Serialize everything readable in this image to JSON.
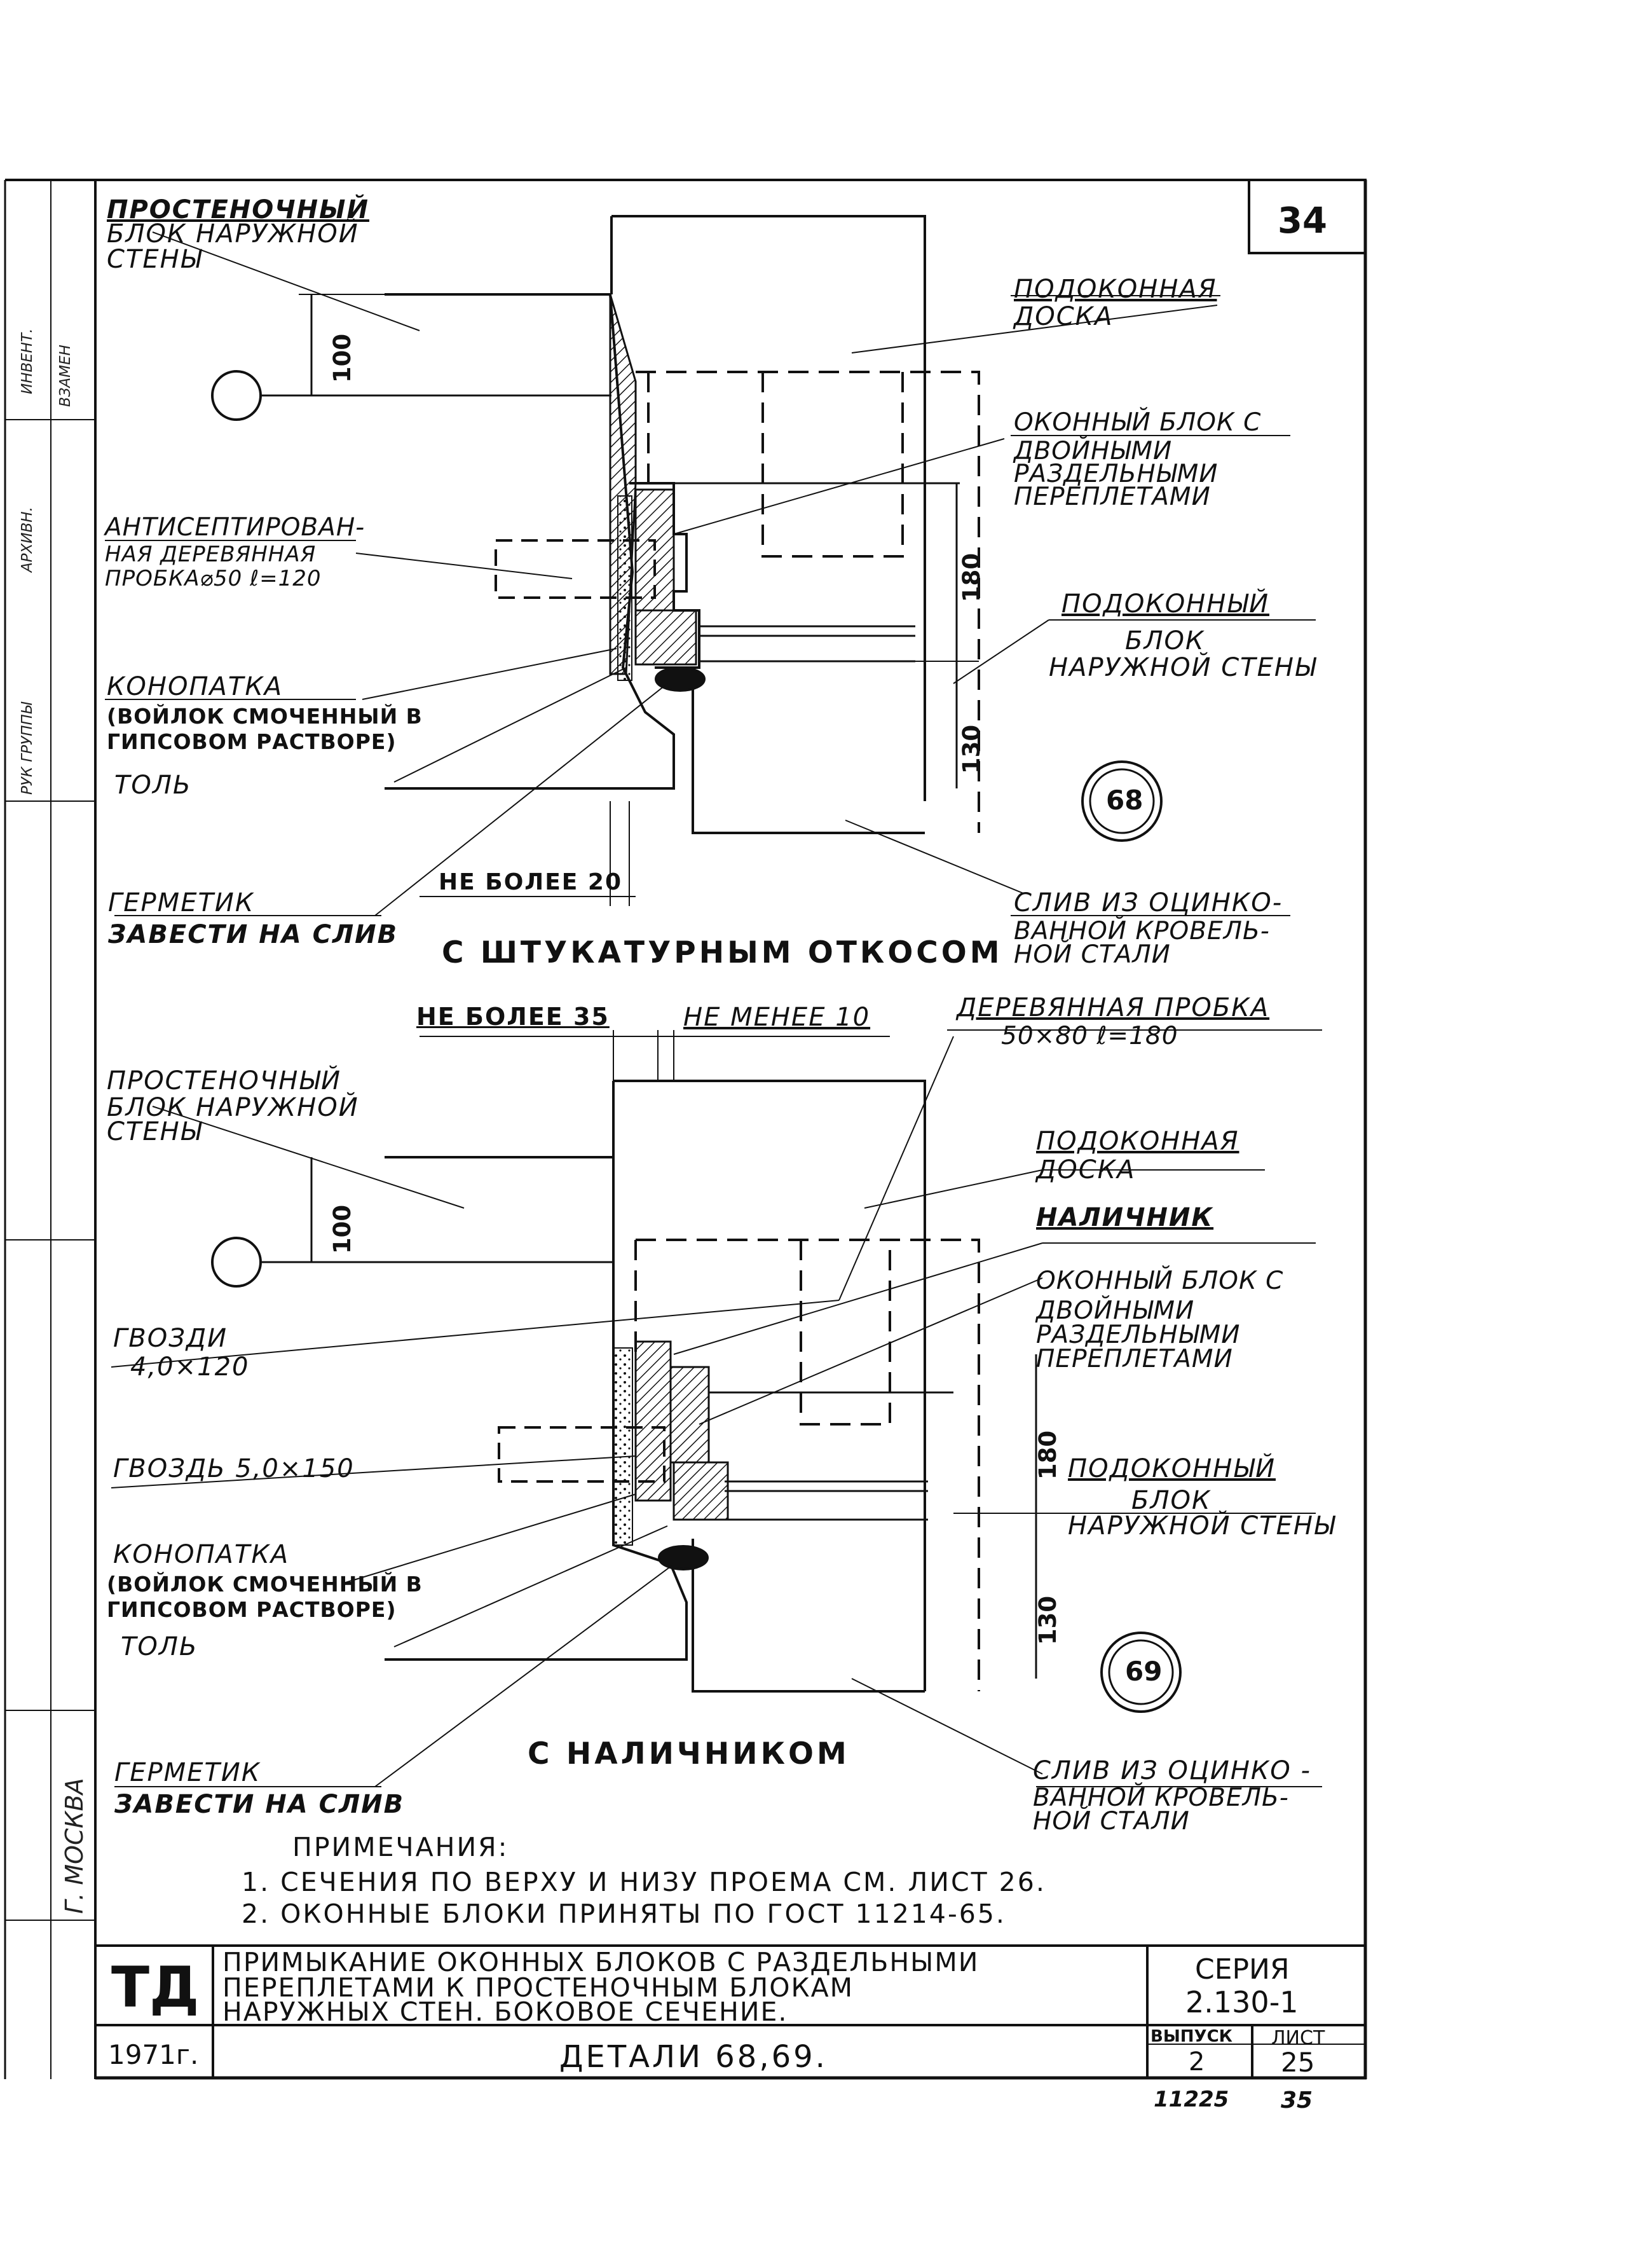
{
  "sheet_number": "34",
  "detail_top": {
    "caption": "С ШТУКАТУРНЫМ ОТКОСОМ",
    "mark": "68",
    "dims": {
      "top": "100",
      "mid": "180",
      "bottom": "130",
      "gap": "НЕ БОЛЕЕ 20"
    },
    "labels": {
      "wall_block": [
        "ПРОСТЕНОЧНЫЙ",
        "БЛОК НАРУЖНОЙ",
        "СТЕНЫ"
      ],
      "sill_board": [
        "ПОДОКОННАЯ",
        "ДОСКА"
      ],
      "window_block": [
        "ОКОННЫЙ БЛОК С",
        "ДВОЙНЫМИ",
        "РАЗДЕЛЬНЫМИ",
        "ПЕРЕПЛЕТАМИ"
      ],
      "plug": [
        "АНТИСЕПТИРОВАН-",
        "НАЯ ДЕРЕВЯННАЯ",
        "ПРОБКА⌀50 ℓ=120"
      ],
      "sill_block": [
        "ПОДОКОННЫЙ",
        "БЛОК",
        "НАРУЖНОЙ СТЕНЫ"
      ],
      "caulk": [
        "КОНОПАТКА",
        "(ВОЙЛОК СМОЧЕННЫЙ В",
        "ГИПСОВОМ РАСТВОРЕ)"
      ],
      "roofing": "ТОЛЬ",
      "sealant": [
        "ГЕРМЕТИК",
        "ЗАВЕСТИ НА СЛИВ"
      ],
      "drip": [
        "СЛИВ ИЗ ОЦИНКО-",
        "ВАННОЙ КРОВЕЛЬ-",
        "НОЙ СТАЛИ"
      ]
    }
  },
  "detail_bottom": {
    "caption": "С НАЛИЧНИКОМ",
    "mark": "69",
    "dims": {
      "top": "100",
      "mid": "180",
      "bottom": "130",
      "max35": "НЕ БОЛЕЕ 35",
      "min10": "НЕ МЕНЕЕ 10"
    },
    "labels": {
      "wood_plug": [
        "ДЕРЕВЯННАЯ ПРОБКА",
        "50×80 ℓ=180"
      ],
      "wall_block": [
        "ПРОСТЕНОЧНЫЙ",
        "БЛОК НАРУЖНОЙ",
        "СТЕНЫ"
      ],
      "sill_board": [
        "ПОДОКОННАЯ",
        "ДОСКА"
      ],
      "casing": "НАЛИЧНИК",
      "window_block": [
        "ОКОННЫЙ БЛОК С",
        "ДВОЙНЫМИ",
        "РАЗДЕЛЬНЫМИ",
        "ПЕРЕПЛЕТАМИ"
      ],
      "nails1": [
        "ГВОЗДИ",
        "4,0×120"
      ],
      "nail2": "ГВОЗДЬ 5,0×150",
      "sill_block": [
        "ПОДОКОННЫЙ",
        "БЛОК",
        "НАРУЖНОЙ СТЕНЫ"
      ],
      "caulk": [
        "КОНОПАТКА",
        "(ВОЙЛОК СМОЧЕННЫЙ В",
        "ГИПСОВОМ РАСТВОРЕ)"
      ],
      "roofing": "ТОЛЬ",
      "sealant": [
        "ГЕРМЕТИК",
        "ЗАВЕСТИ НА СЛИВ"
      ],
      "drip": [
        "СЛИВ ИЗ ОЦИНКО -",
        "ВАННОЙ КРОВЕЛЬ-",
        "НОЙ СТАЛИ"
      ]
    }
  },
  "notes": {
    "title": "ПРИМЕЧАНИЯ:",
    "items": [
      "1.  СЕЧЕНИЯ ПО ВЕРХУ И НИЗУ ПРОЕМА СМ. ЛИСТ 26.",
      "2.  ОКОННЫЕ БЛОКИ ПРИНЯТЫ ПО ГОСТ 11214-65."
    ]
  },
  "title_block": {
    "logo": "ТД",
    "title": [
      "ПРИМЫКАНИЕ ОКОННЫХ БЛОКОВ С РАЗДЕЛЬНЫМИ",
      "ПЕРЕПЛЕТАМИ К ПРОСТЕНОЧНЫМ БЛОКАМ",
      "НАРУЖНЫХ СТЕН. БОКОВОЕ СЕЧЕНИЕ."
    ],
    "series_label": "СЕРИЯ",
    "series_value": "2.130-1",
    "year": "1971г.",
    "details": "ДЕТАЛИ 68,69.",
    "issue_label": "ВЫПУСК",
    "issue_value": "2",
    "sheet_label": "ЛИСТ",
    "sheet_value": "25",
    "footer_left": "11225",
    "footer_right": "35"
  },
  "side_stamps": [
    "ВЗАМЕН",
    "ИНВЕНТ.",
    "АРХИВН.",
    "РУК ГРУППЫ",
    "Г. МОСКВА"
  ]
}
